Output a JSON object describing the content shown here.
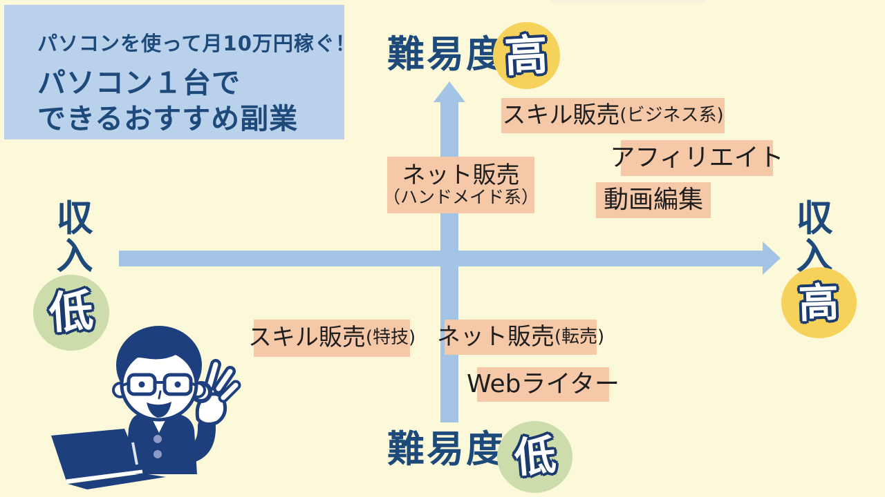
{
  "colors": {
    "background": "#FBF9DA",
    "title_card_bg": "#B9D1EA",
    "heading_navy": "#1E4A7B",
    "outline_navy": "#1B3B6F",
    "axis_blue": "#A3C4E5",
    "item_bg": "#F5C9A7",
    "item_text": "#1E1E1E",
    "badge_yellow": "#F7D25A",
    "badge_green": "#CDDCAB",
    "illustration_navy": "#1D3F7E",
    "illustration_accent": "#8E99C6"
  },
  "title_card": {
    "subtitle": "パソコンを使って月10万円稼ぐ！",
    "title_line1": "パソコン１台で",
    "title_line2": "できるおすすめ副業"
  },
  "axis_labels": {
    "difficulty_word": "難易度",
    "income_char_top": "収",
    "income_char_bottom": "入",
    "high": "高",
    "low": "低"
  },
  "items": [
    {
      "main": "スキル販売",
      "sub": "(ビジネス系)",
      "quadrant": "difficulty-high income-high"
    },
    {
      "main": "アフィリエイト",
      "quadrant": "difficulty-high income-high"
    },
    {
      "main": "動画編集",
      "quadrant": "difficulty-high income-high"
    },
    {
      "main": "ネット販売",
      "sub": "（ハンドメイド系）",
      "quadrant": "difficulty-high income-middle"
    },
    {
      "main": "スキル販売",
      "sub": "(特技)",
      "quadrant": "difficulty-low income-low"
    },
    {
      "main": "ネット販売",
      "sub": "(転売)",
      "quadrant": "difficulty-low income-middle"
    },
    {
      "main": "Webライター",
      "quadrant": "difficulty-low income-middle"
    }
  ],
  "illustration": {
    "name": "man-with-laptop-ok-sign"
  }
}
